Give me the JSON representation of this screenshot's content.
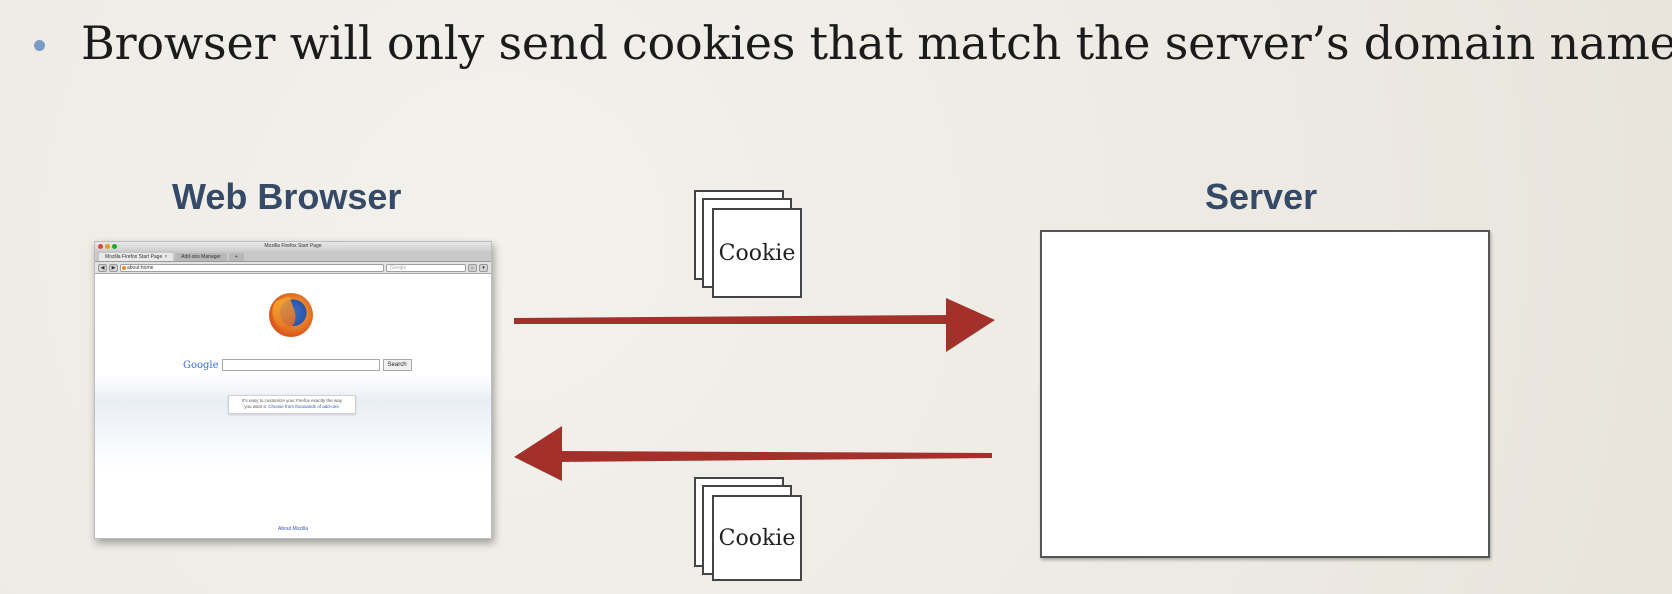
{
  "bullet": {
    "text": "Browser will only send cookies that match the server’s domain name"
  },
  "left_heading": "Web Browser",
  "right_heading": "Server",
  "cookie_top": "Cookie",
  "cookie_bottom": "Cookie",
  "browser": {
    "window_title": "Mozilla Firefox Start Page",
    "tabs": [
      "Mozilla Firefox Start Page",
      "Add-ons Manager"
    ],
    "new_tab": "+",
    "url": "about:home",
    "search_placeholder": "Google",
    "google_logo": "Google",
    "search_button": "Search",
    "tip_line1": "It's easy to customize your Firefox exactly the way",
    "tip_line2_prefix": "you want it.",
    "tip_link": "Choose from thousands of add-ons.",
    "about_link": "About Mozilla"
  },
  "colors": {
    "arrow": "#a4302b",
    "heading": "#354a66",
    "bullet_dot": "#7a9cc6"
  }
}
